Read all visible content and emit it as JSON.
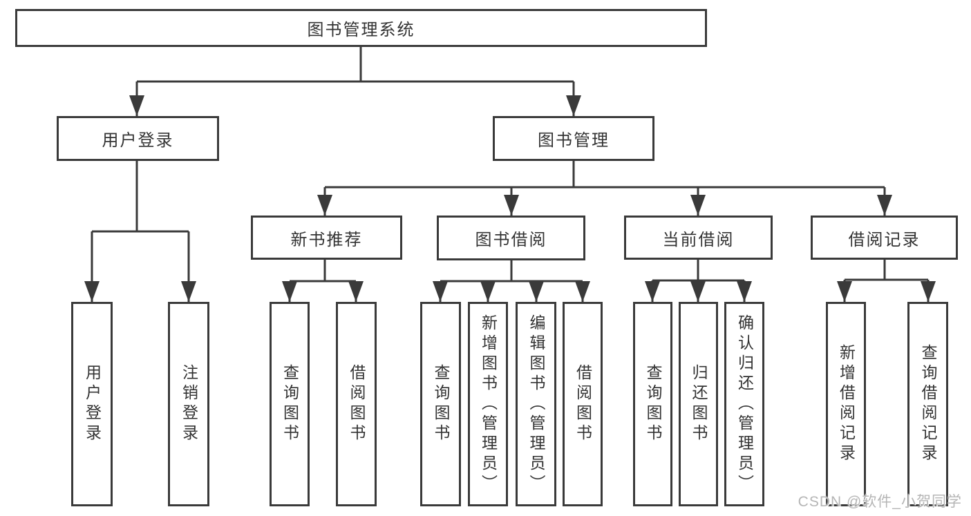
{
  "diagram": {
    "type": "hierarchy-org-chart",
    "root": {
      "label": "图书管理系统"
    },
    "level2": [
      {
        "id": "user-login",
        "label": "用户登录"
      },
      {
        "id": "book-management",
        "label": "图书管理"
      }
    ],
    "level3": [
      {
        "id": "new-book-recommend",
        "parent": "book-management",
        "label": "新书推荐"
      },
      {
        "id": "book-borrowing",
        "parent": "book-management",
        "label": "图书借阅"
      },
      {
        "id": "current-borrowing",
        "parent": "book-management",
        "label": "当前借阅"
      },
      {
        "id": "borrowing-records",
        "parent": "book-management",
        "label": "借阅记录"
      }
    ],
    "leaves": [
      {
        "parent": "user-login",
        "label": "用户登录"
      },
      {
        "parent": "user-login",
        "label": "注销登录"
      },
      {
        "parent": "new-book-recommend",
        "label": "查询图书"
      },
      {
        "parent": "new-book-recommend",
        "label": "借阅图书"
      },
      {
        "parent": "book-borrowing",
        "label": "查询图书"
      },
      {
        "parent": "book-borrowing",
        "label": "新增图书（管理员）"
      },
      {
        "parent": "book-borrowing",
        "label": "编辑图书（管理员）"
      },
      {
        "parent": "book-borrowing",
        "label": "借阅图书"
      },
      {
        "parent": "current-borrowing",
        "label": "查询图书"
      },
      {
        "parent": "current-borrowing",
        "label": "归还图书"
      },
      {
        "parent": "current-borrowing",
        "label": "确认归还（管理员）"
      },
      {
        "parent": "borrowing-records",
        "label": "新增借阅记录"
      },
      {
        "parent": "borrowing-records",
        "label": "查询借阅记录"
      }
    ],
    "colors": {
      "line": "#3a3a3a",
      "box_border": "#3a3a3a",
      "box_background": "#ffffff",
      "text": "#333333",
      "background": "#ffffff"
    }
  },
  "watermark": {
    "text": "CSDN @软件_小贺同学",
    "color": "#b5b5b5"
  }
}
